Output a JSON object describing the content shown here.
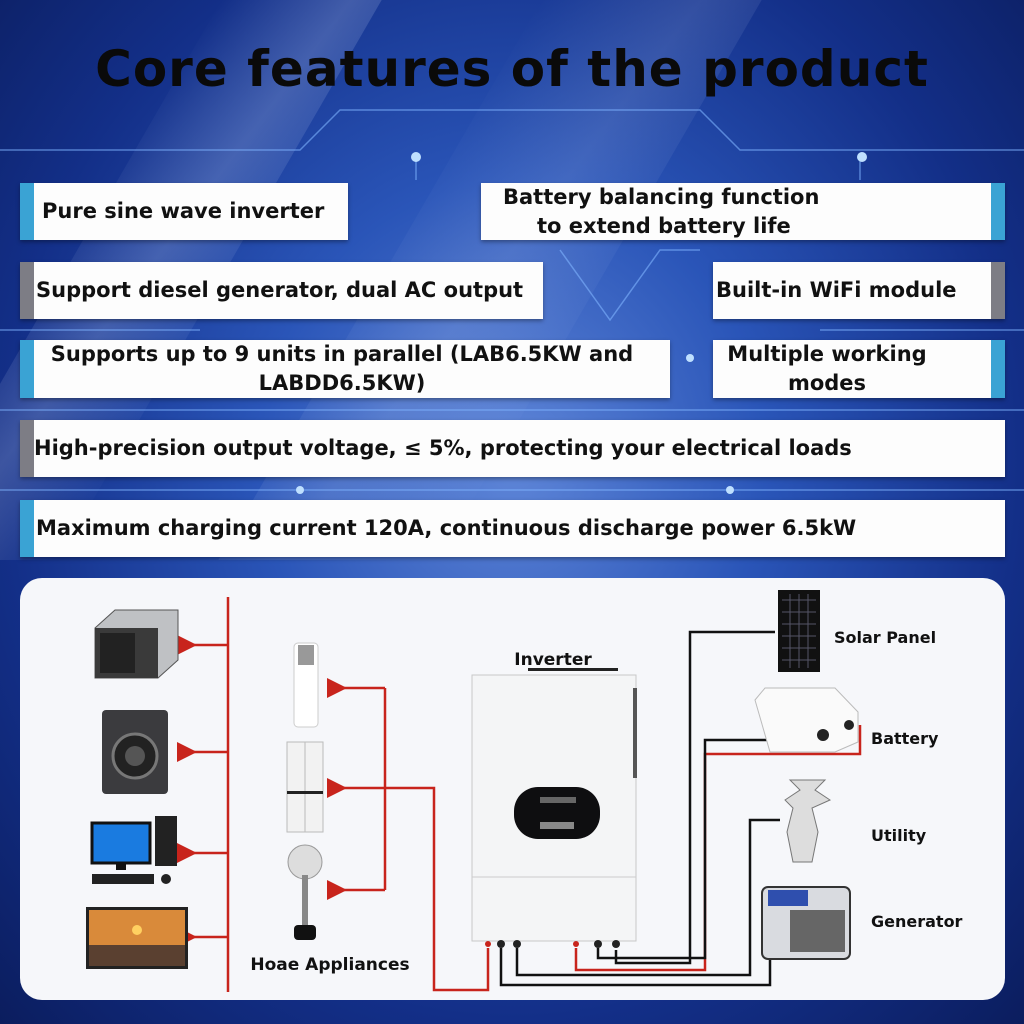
{
  "title": "Core features of the product",
  "features": [
    {
      "text": "Pure sine wave inverter"
    },
    {
      "text": "Battery balancing function",
      "text2": "to extend battery life"
    },
    {
      "text": "Support diesel generator, dual AC output"
    },
    {
      "text": "Built-in WiFi module"
    },
    {
      "text": "Supports up to 9 units in parallel (LAB6.5KW and",
      "text2": "LABDD6.5KW)"
    },
    {
      "text": "Multiple working",
      "text2": "modes"
    },
    {
      "text": "High-precision output voltage, ≤ 5%, protecting your electrical loads"
    },
    {
      "text": "Maximum charging current 120A, continuous discharge power 6.5kW"
    }
  ],
  "diagram": {
    "inverter_label": "Inverter",
    "home_appliances_label": "Hoae Appliances",
    "sources": [
      "Solar Panel",
      "Battery",
      "Utility",
      "Generator"
    ],
    "colors": {
      "ac_line": "#c8241c",
      "dc_line": "#111111"
    }
  }
}
